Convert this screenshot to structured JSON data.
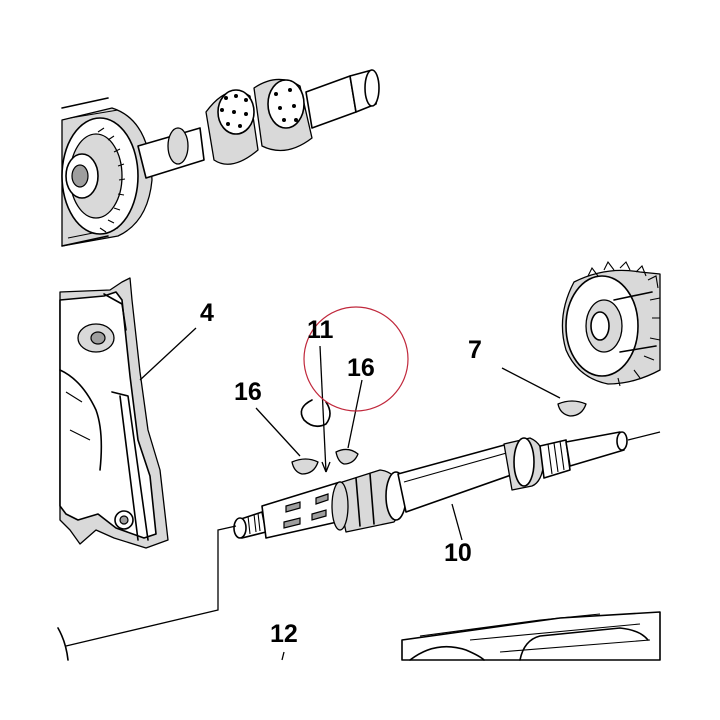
{
  "callouts": {
    "part_4": "4",
    "part_11": "11",
    "part_16_upper": "16",
    "part_16_lower": "16",
    "part_7": "7",
    "part_10": "10",
    "part_12": "12"
  },
  "annotation": {
    "highlight_circle_color": "#c0283c"
  },
  "colors": {
    "line": "#000000",
    "fill_light": "#d9d9d9",
    "fill_dark": "#9e9e9e",
    "background": "#ffffff"
  }
}
